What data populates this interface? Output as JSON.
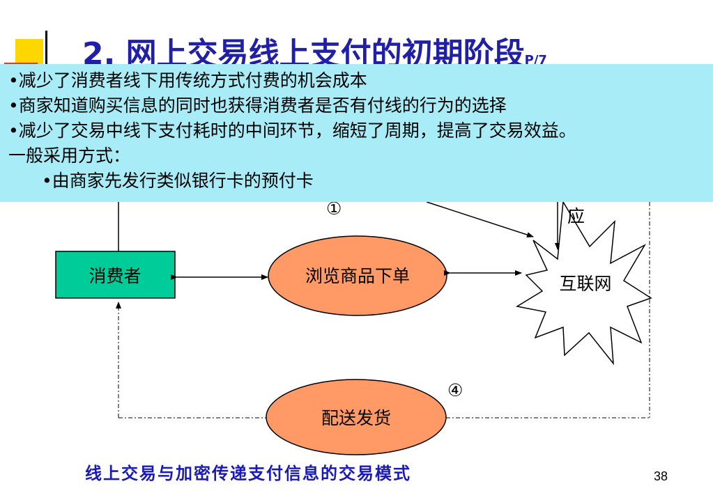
{
  "title": {
    "main": "2. 网上交易线上支付的初期阶段",
    "suffix": "P/7"
  },
  "overlay": {
    "bullets": [
      "•减少了消费者线下用传统方式付费的机会成本",
      "•商家知道购买信息的同时也获得消费者是否有付线的行为的选择",
      "•减少了交易中线下支付耗时的中间环节，缩短了周期，提高了交易效益。"
    ],
    "method_heading": "一般采用方式：",
    "method_item": "•由商家先发行类似银行卡的预付卡"
  },
  "diagram": {
    "nodes": {
      "consumer": "消费者",
      "browse_order": "浏览商品下单",
      "internet": "互联网",
      "delivery": "配送发货"
    },
    "step_labels": {
      "step1": "①",
      "step4": "④"
    },
    "partial_text": "应"
  },
  "caption": "线上交易与加密传递支付信息的交易模式",
  "page_number": "38",
  "colors": {
    "consumer_fill": "#00cc99",
    "ellipse_fill": "#ff9966",
    "overlay_bg": "#a8ecf7",
    "title_color": "#1f1fa8",
    "caption_color": "#1a1ab8"
  }
}
